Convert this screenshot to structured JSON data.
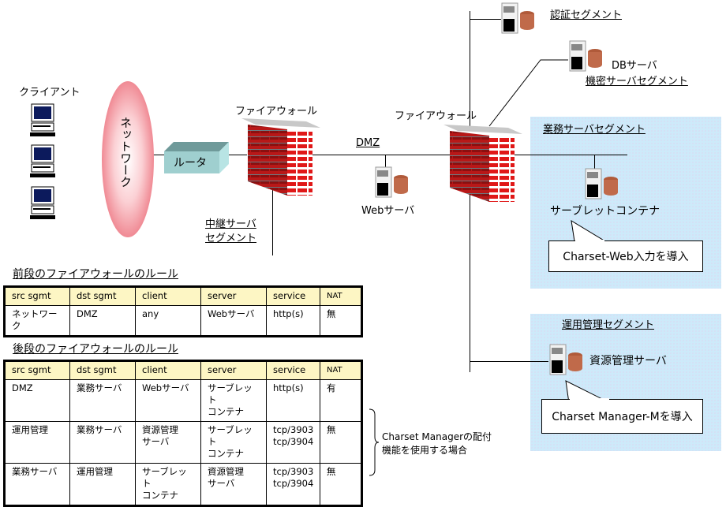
{
  "diagram": {
    "clients": {
      "label": "クライアント",
      "count": 3
    },
    "network": {
      "label": "ネットワーク"
    },
    "router": {
      "label": "ルータ"
    },
    "front_firewall": {
      "label": "ファイアウォール"
    },
    "relay_segment": {
      "label_line1": "中継サーバ",
      "label_line2": "セグメント"
    },
    "dmz": {
      "label": "DMZ"
    },
    "web_server": {
      "label": "Webサーバ"
    },
    "back_firewall": {
      "label": "ファイアウォール"
    },
    "auth_segment": {
      "label": "認証セグメント"
    },
    "db_server": {
      "label": "DBサーバ",
      "segment_label": "機密サーバセグメント"
    },
    "business_segment": {
      "label": "業務サーバセグメント",
      "server_label": "サーブレットコンテナ",
      "callout": "Charset-Web入力を導入"
    },
    "ops_segment": {
      "label": "運用管理セグメント",
      "server_label": "資源管理サーバ",
      "callout": "Charset Manager-Mを導入"
    },
    "colors": {
      "segment_bg": "#cdeafa",
      "brick_red": "#e01818",
      "network_pink": "#f4a0a6",
      "router_teal": "#a8d8d8",
      "table_header": "#fdf6c4"
    }
  },
  "front_rules": {
    "title": "前段のファイアウォールのルール",
    "headers": [
      "src sgmt",
      "dst sgmt",
      "client",
      "server",
      "service",
      "NAT"
    ],
    "rows": [
      [
        "ネットワーク",
        "DMZ",
        "any",
        "Webサーバ",
        "http(s)",
        "無"
      ]
    ]
  },
  "back_rules": {
    "title": "後段のファイアウォールのルール",
    "headers": [
      "src sgmt",
      "dst sgmt",
      "client",
      "server",
      "service",
      "NAT"
    ],
    "rows": [
      [
        "DMZ",
        "業務サーバ",
        "Webサーバ",
        "サーブレット\nコンテナ",
        "http(s)",
        "有"
      ],
      [
        "運用管理",
        "業務サーバ",
        "資源管理\nサーバ",
        "サーブレット\nコンテナ",
        "tcp/3903\ntcp/3904",
        "無"
      ],
      [
        "業務サーバ",
        "運用管理",
        "サーブレット\nコンテナ",
        "資源管理\nサーバ",
        "tcp/3903\ntcp/3904",
        "無"
      ]
    ],
    "brace_note_line1": "Charset Managerの配付",
    "brace_note_line2": "機能を使用する場合"
  }
}
